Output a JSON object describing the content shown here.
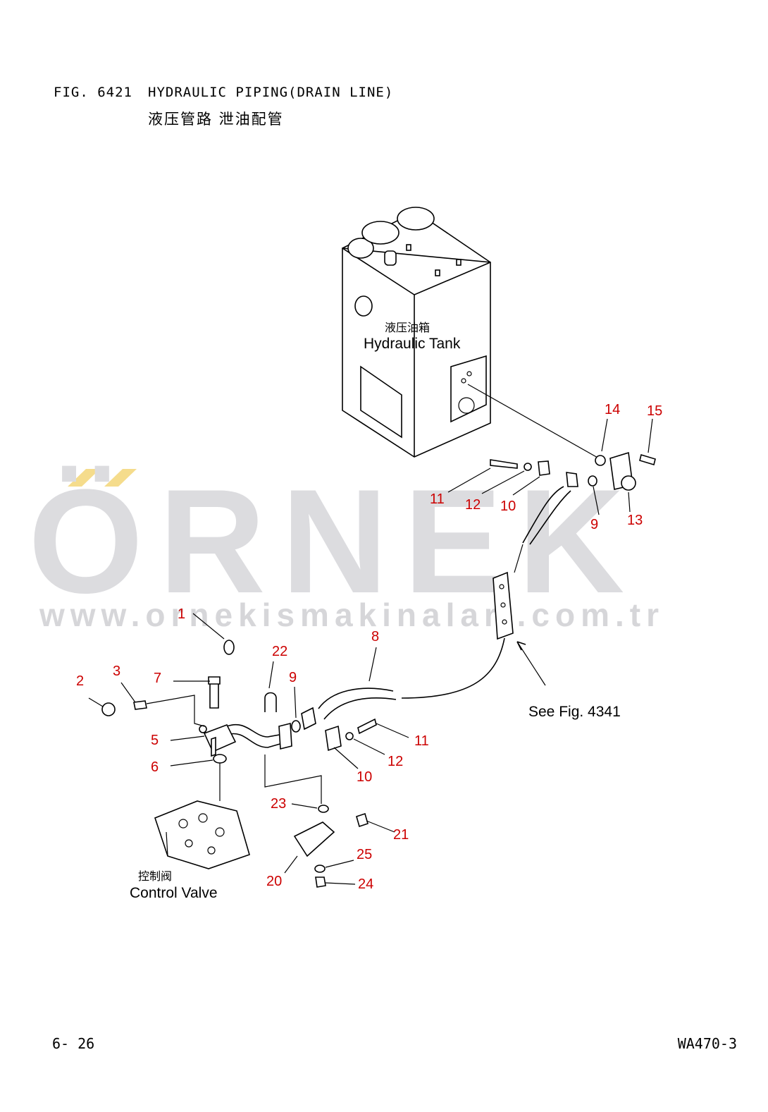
{
  "header": {
    "fig_no": "FIG. 6421",
    "title": "HYDRAULIC PIPING(DRAIN LINE)",
    "title_cn": "液压管路 泄油配管"
  },
  "labels": {
    "tank_cn": "液压油箱",
    "tank_en": "Hydraulic Tank",
    "valve_cn": "控制阀",
    "valve_en": "Control Valve",
    "see_fig": "See Fig. 4341"
  },
  "watermark": {
    "brand": "ÖRNEK",
    "url": "www.ornekismakinalari.com.tr",
    "accent_color": "#f5dc8c",
    "text_color": "#dcdcdf"
  },
  "callouts": [
    "14",
    "15",
    "11",
    "12",
    "10",
    "9",
    "13",
    "1",
    "22",
    "9",
    "8",
    "2",
    "3",
    "7",
    "5",
    "11",
    "12",
    "6",
    "10",
    "23",
    "21",
    "25",
    "20",
    "24"
  ],
  "footer": {
    "page_no": "6- 26",
    "model": "WA470-3"
  },
  "colors": {
    "callout": "#cc0000",
    "line": "#000000"
  }
}
